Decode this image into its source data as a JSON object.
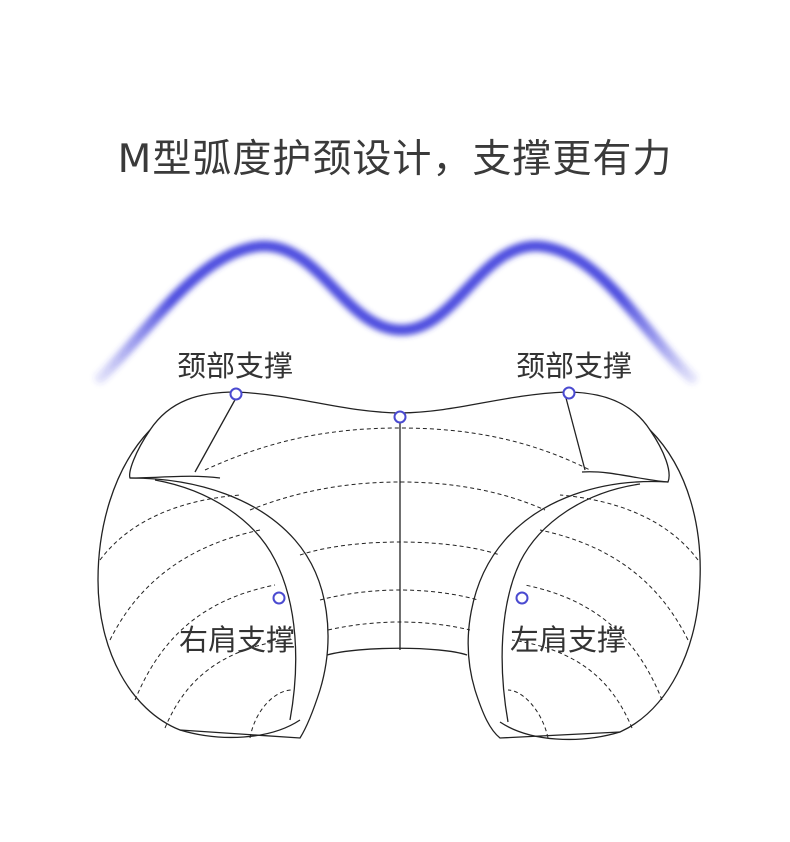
{
  "headline": "M型弧度护颈设计，支撑更有力",
  "labels": {
    "neck_left": "颈部支撑",
    "neck_right": "颈部支撑",
    "shoulder_right": "右肩支撑",
    "shoulder_left": "左肩支撑"
  },
  "colors": {
    "wave": "#3c3cdc",
    "marker": "#4a4ad0",
    "outline": "#222222",
    "text": "#333333"
  }
}
